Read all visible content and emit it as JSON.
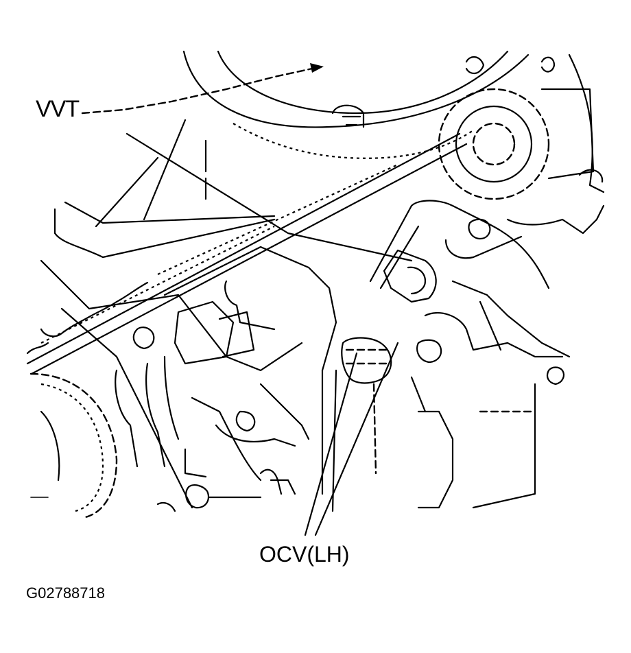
{
  "labels": {
    "vvt": "VVT",
    "ocv": "OCV(LH)",
    "figure_id": "G02788718"
  },
  "colors": {
    "background": "#ffffff",
    "line": "#000000"
  }
}
